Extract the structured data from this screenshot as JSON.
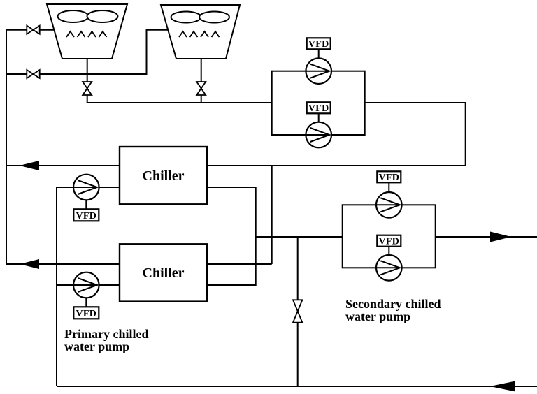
{
  "diagram": {
    "type": "hvac-chilled-water-plant-schematic",
    "colors": {
      "line": "#000000",
      "background": "#ffffff",
      "text": "#000000"
    },
    "labels": {
      "chiller_1": "Chiller",
      "chiller_2": "Chiller",
      "vfd": "VFD",
      "primary_pump_line1": "Primary chilled",
      "primary_pump_line2": "water pump",
      "secondary_pump_line1": "Secondary chilled",
      "secondary_pump_line2": "water pump"
    },
    "equipment": {
      "cooling_towers": 2,
      "chillers": 2,
      "condenser_pumps_with_vfd": 2,
      "primary_chilled_water_pumps_with_vfd": 2,
      "secondary_chilled_water_pumps_with_vfd": 2,
      "tower_supply_valves": 2,
      "tower_drain_valves": 2,
      "bypass_valves": 1,
      "flow_arrows": 4
    }
  }
}
